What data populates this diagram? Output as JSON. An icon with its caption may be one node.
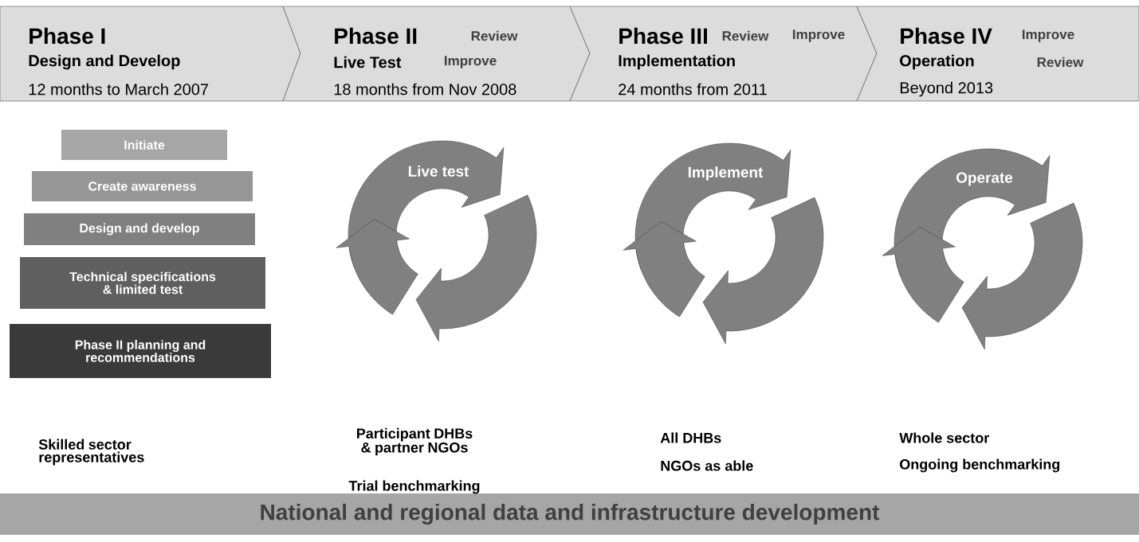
{
  "diagram": {
    "nodes": [
      {
        "text": [
          "Phase I",
          "Design and Develop",
          "12 months to March 2007"
        ]
      },
      {
        "text": [
          "Phase II",
          "Live Test",
          "18 months from Nov 2008"
        ]
      },
      {
        "text": [
          "Phase III",
          "Implementation",
          "24 months  from  2011"
        ]
      },
      {
        "text": [
          "Phase IV",
          "Operation",
          "Beyond  2013"
        ]
      },
      {
        "text": [
          "Initiate"
        ]
      },
      {
        "text": [
          "Create awareness"
        ]
      },
      {
        "text": [
          "Design and develop"
        ]
      },
      {
        "text": [
          "Technical specifications & limited test"
        ]
      },
      {
        "text": [
          "Phase II planning and recommendations"
        ]
      },
      {
        "text": [
          "Live test"
        ]
      },
      {
        "text": [
          "Implement"
        ]
      },
      {
        "text": [
          "Operate"
        ]
      },
      {
        "text": [
          "National and regional data and infrastructure development"
        ]
      }
    ],
    "labels": [
      "Review",
      "Improve",
      "Review",
      "Improve",
      "Review",
      "Improve",
      "Skilled sector representatives",
      "Participant DHBs & partner NGOs",
      "Trial benchmarking",
      "All DHBs",
      "NGOs as able",
      "Whole sector",
      "Ongoing benchmarking"
    ]
  }
}
